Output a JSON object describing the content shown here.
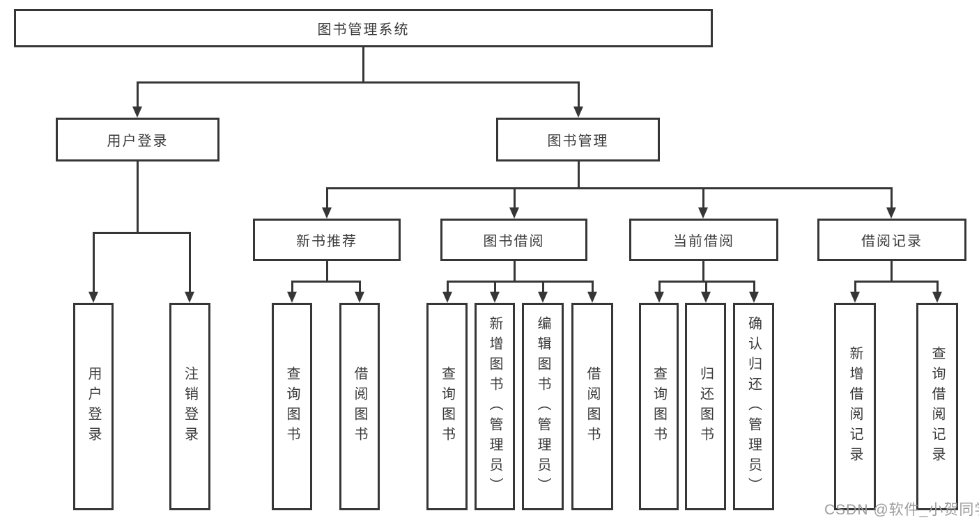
{
  "diagram_title": "图书管理系统",
  "tree": {
    "label": "图书管理系统",
    "children": [
      {
        "label": "用户登录",
        "children": [
          {
            "label": "用户登录"
          },
          {
            "label": "注销登录"
          }
        ]
      },
      {
        "label": "图书管理",
        "children": [
          {
            "label": "新书推荐",
            "children": [
              {
                "label": "查询图书"
              },
              {
                "label": "借阅图书"
              }
            ]
          },
          {
            "label": "图书借阅",
            "children": [
              {
                "label": "查询图书"
              },
              {
                "label": "新增图书（管理员）"
              },
              {
                "label": "编辑图书（管理员）"
              },
              {
                "label": "借阅图书"
              }
            ]
          },
          {
            "label": "当前借阅",
            "children": [
              {
                "label": "查询图书"
              },
              {
                "label": "归还图书"
              },
              {
                "label": "确认归还（管理员）"
              }
            ]
          },
          {
            "label": "借阅记录",
            "children": [
              {
                "label": "新增借阅记录"
              },
              {
                "label": "查询借阅记录"
              }
            ]
          }
        ]
      }
    ]
  },
  "watermark": {
    "text": "CSDN @软件_小贺同学"
  },
  "colors": {
    "line": "#363636",
    "text": "#3a3a3a",
    "watermark_text": "#9c9c9c",
    "background": "#ffffff"
  }
}
